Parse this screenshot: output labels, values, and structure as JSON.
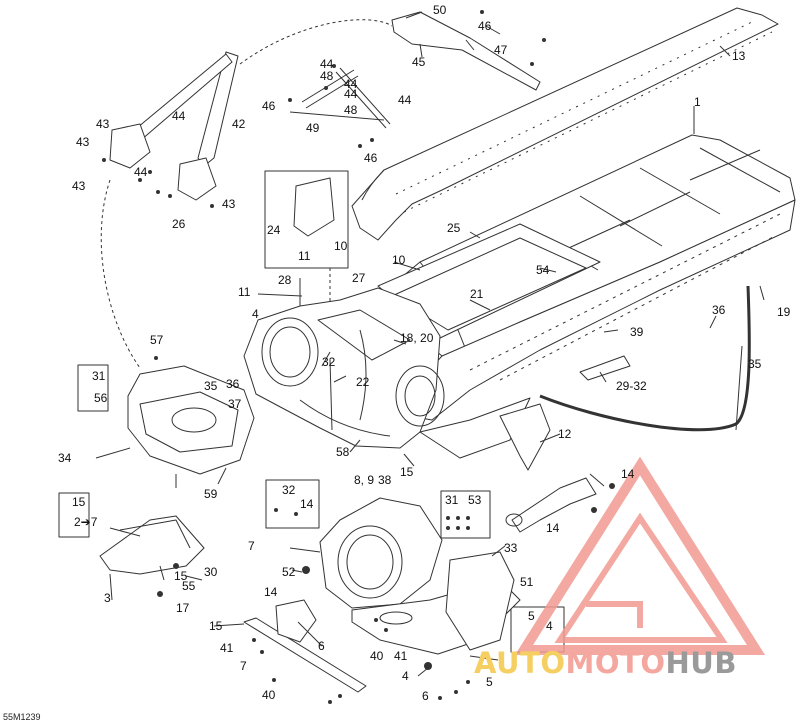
{
  "diagram_code": "55M1239",
  "callouts": [
    "50",
    "46",
    "47",
    "13",
    "45",
    "44",
    "48",
    "44",
    "44",
    "46",
    "48",
    "44",
    "43",
    "44",
    "42",
    "1",
    "49",
    "46",
    "43",
    "44",
    "43",
    "43",
    "26",
    "24",
    "10",
    "25",
    "11",
    "10",
    "54",
    "27",
    "28",
    "11",
    "21",
    "19",
    "36",
    "4",
    "39",
    "18, 20",
    "35",
    "57",
    "32",
    "31",
    "56",
    "35",
    "36",
    "22",
    "37",
    "29-32",
    "12",
    "34",
    "58",
    "59",
    "8, 9",
    "38",
    "15",
    "14",
    "32",
    "14",
    "15",
    "31",
    "53",
    "2➔7",
    "14",
    "7",
    "33",
    "52",
    "15",
    "30",
    "51",
    "55",
    "3",
    "17",
    "14",
    "15",
    "6",
    "5",
    "4",
    "41",
    "7",
    "40",
    "41",
    "4",
    "40",
    "6",
    "5"
  ],
  "watermark": {
    "word_a": "AUTO",
    "word_b": "MOTO",
    "word_c": "HUB",
    "color_a": "#f6cf63",
    "color_b": "#f4a79e",
    "color_c": "#9a9a9a",
    "triangle_color": "#f29b91"
  },
  "line_color": "#333333"
}
